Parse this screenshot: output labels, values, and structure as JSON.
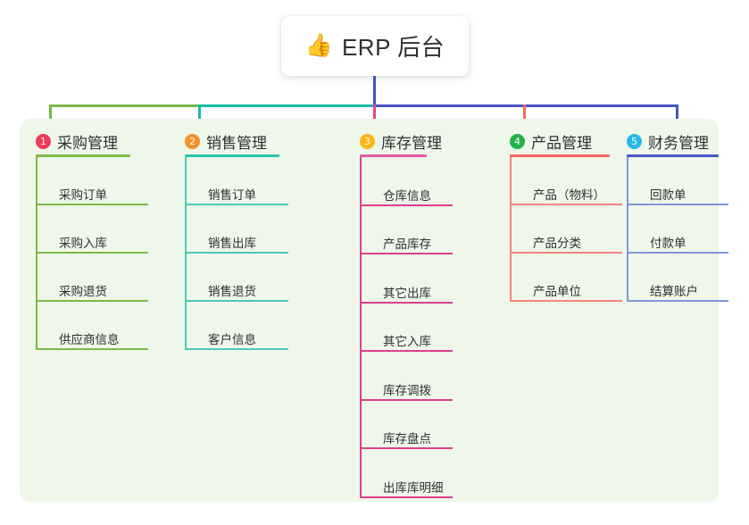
{
  "diagram": {
    "type": "mindmap-tree",
    "root": {
      "icon": "thumbs-up-icon",
      "emoji": "👍",
      "title": "ERP 后台"
    },
    "palette": {
      "panel_background": "#eef7e9",
      "page_background": "#ffffff",
      "text": "#2f2f33",
      "root_stem": "#4355c4",
      "bar_green": "#79b84a",
      "bar_teal": "#16bfa4",
      "bar_blue": "#4355c4",
      "drop_green": "#79b84a",
      "drop_teal": "#16bfa4",
      "drop_pink": "#e8438f",
      "drop_red": "#f4675f",
      "drop_blue": "#4355c4"
    },
    "branches": [
      {
        "index": "1",
        "title": "采购管理",
        "badge_color": "#ef3b57",
        "rule_color": "#7cbb47",
        "line_color": "#7cbb47",
        "leaves": [
          "采购订单",
          "采购入库",
          "采购退货",
          "供应商信息"
        ]
      },
      {
        "index": "2",
        "title": "销售管理",
        "badge_color": "#f7902b",
        "rule_color": "#2ec4b0",
        "line_color": "#4cc9bb",
        "leaves": [
          "销售订单",
          "销售出库",
          "销售退货",
          "客户信息"
        ]
      },
      {
        "index": "3",
        "title": "库存管理",
        "badge_color": "#fbb517",
        "rule_color": "#e156a6",
        "line_color": "#db3f8d",
        "leaves": [
          "仓库信息",
          "产品库存",
          "其它出库",
          "其它入库",
          "库存调拨",
          "库存盘点",
          "出库库明细"
        ]
      },
      {
        "index": "4",
        "title": "产品管理",
        "badge_color": "#21b24b",
        "rule_color": "#f4675f",
        "line_color": "#f4857e",
        "leaves": [
          "产品（物料）",
          "产品分类",
          "产品单位"
        ]
      },
      {
        "index": "5",
        "title": "财务管理",
        "badge_color": "#27b7e8",
        "rule_color": "#4558c8",
        "line_color": "#8195dd",
        "leaves": [
          "回款单",
          "付款单",
          "结算账户"
        ]
      }
    ]
  }
}
